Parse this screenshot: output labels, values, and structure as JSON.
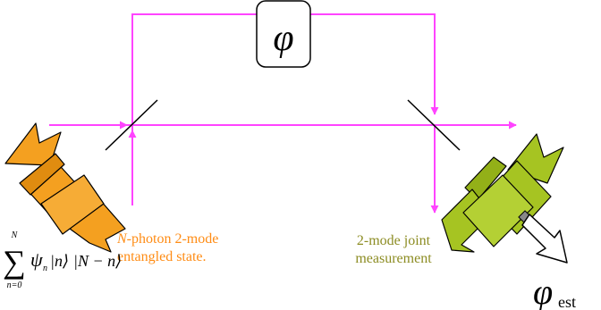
{
  "colors": {
    "beam": "#ff44ff",
    "source_fill": "#f4a020",
    "detector_fill": "#a6c422",
    "source_label": "#ff8c14",
    "detector_label": "#8c8c22",
    "ink": "#000000"
  },
  "phase_box": {
    "symbol": "φ"
  },
  "source": {
    "label_italic": "N",
    "label_line1_rest": "-photon 2-mode",
    "label_line2": "entangled state."
  },
  "formula": {
    "sum_upper": "N",
    "sum_lower": "n=0",
    "sum_symbol": "∑",
    "psi": "ψ",
    "psi_sub": "n",
    "ket_n": "|n⟩",
    "ket_rest": "|N − n⟩"
  },
  "detector": {
    "label_line1": "2-mode joint",
    "label_line2": "measurement"
  },
  "estimate": {
    "symbol": "φ",
    "subscript": "est"
  },
  "icons": [
    "beam-splitter-icon",
    "ribbon-source-icon",
    "ribbon-detector-icon",
    "output-arrow-icon"
  ]
}
